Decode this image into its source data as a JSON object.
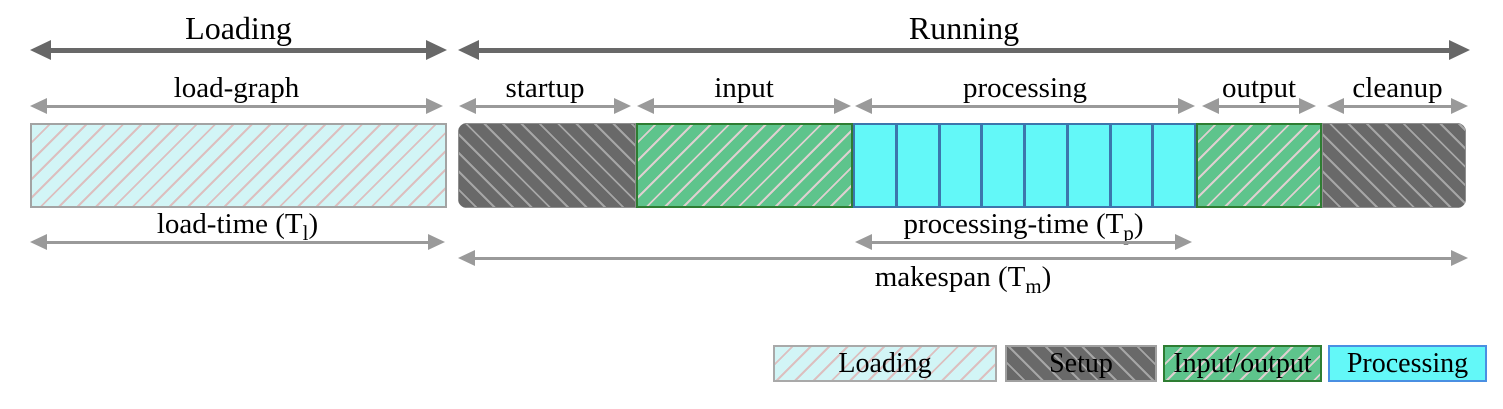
{
  "diagram": {
    "phases": {
      "loading": "Loading",
      "running": "Running"
    },
    "sub_phases": {
      "load_graph": "load-graph",
      "startup": "startup",
      "input": "input",
      "processing": "processing",
      "output": "output",
      "cleanup": "cleanup"
    },
    "metrics": {
      "load_time": {
        "pre": "load-time (T",
        "sub": "l",
        "post": ")"
      },
      "processing_time": {
        "pre": "processing-time (T",
        "sub": "p",
        "post": ")"
      },
      "makespan": {
        "pre": "makespan (T",
        "sub": "m",
        "post": ")"
      }
    },
    "processing_segments": 8,
    "legend": {
      "loading": "Loading",
      "setup": "Setup",
      "io": "Input/output",
      "processing": "Processing"
    },
    "colors": {
      "loading_fill": "#d2f5f6",
      "loading_hatch": "#dcbfbf",
      "setup_fill": "#696969",
      "setup_hatch": "#a6a6a6",
      "io_fill": "#5ec48c",
      "io_border": "#2e7d32",
      "processing_fill": "#63f8f8",
      "processing_divider": "#3c76ad",
      "arrow_primary": "#686868",
      "arrow_secondary": "#9a9a9a"
    }
  }
}
